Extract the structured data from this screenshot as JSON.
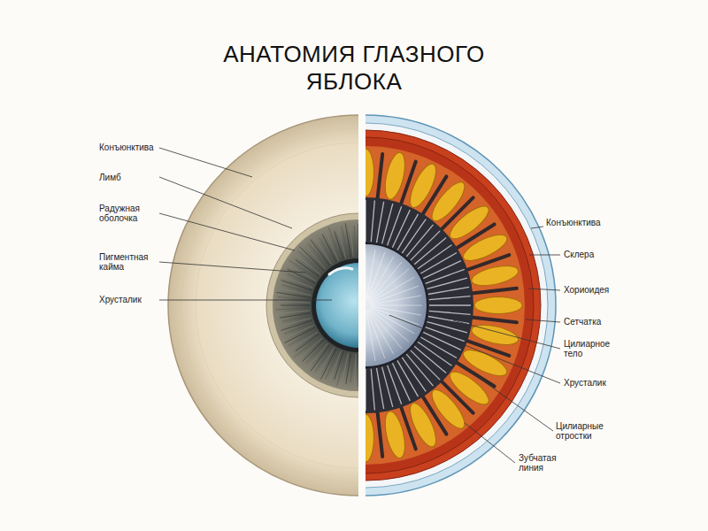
{
  "diagram": {
    "title": "АНАТОМИЯ ГЛАЗНОГО ЯБЛОКА",
    "labels": [
      "Конъюнктива",
      "Лимб",
      "Радужная оболочка",
      "Пигментная кайма",
      "Хрусталик",
      "Конъюнктива",
      "Склера",
      "Хориоидея",
      "Сетчатка",
      "Цилиарное тело",
      "Хрусталик",
      "Цилиарные отростки",
      "Зубчатая линия"
    ]
  }
}
